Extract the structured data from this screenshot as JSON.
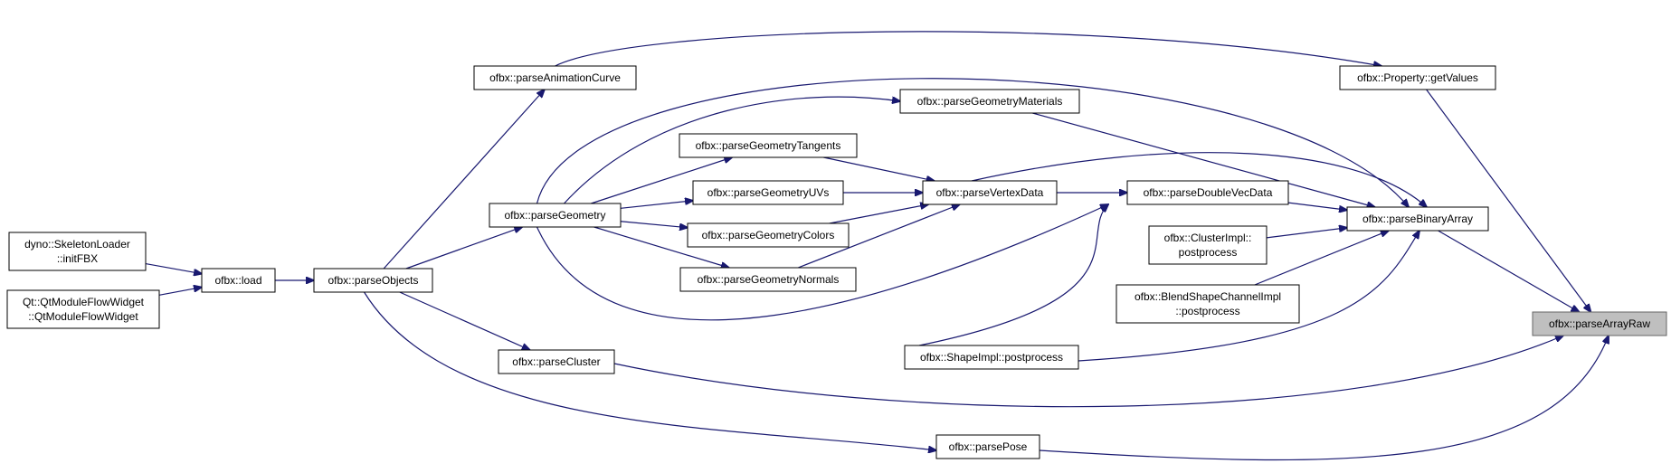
{
  "nodes": {
    "parseArrayRaw": [
      "ofbx::parseArrayRaw"
    ],
    "getValues": [
      "ofbx::Property::getValues"
    ],
    "parseBinaryArray": [
      "ofbx::parseBinaryArray"
    ],
    "parseDoubleVecData": [
      "ofbx::parseDoubleVecData"
    ],
    "clusterPost": [
      "ofbx::ClusterImpl::",
      "postprocess"
    ],
    "blendPost": [
      "ofbx::BlendShapeChannelImpl",
      "::postprocess"
    ],
    "shapePost": [
      "ofbx::ShapeImpl::postprocess"
    ],
    "parseVertexData": [
      "ofbx::parseVertexData"
    ],
    "parseGeometryMaterials": [
      "ofbx::parseGeometryMaterials"
    ],
    "parseGeometryTangents": [
      "ofbx::parseGeometryTangents"
    ],
    "parseGeometryUVs": [
      "ofbx::parseGeometryUVs"
    ],
    "parseGeometryColors": [
      "ofbx::parseGeometryColors"
    ],
    "parseGeometryNormals": [
      "ofbx::parseGeometryNormals"
    ],
    "parseGeometry": [
      "ofbx::parseGeometry"
    ],
    "parseAnimationCurve": [
      "ofbx::parseAnimationCurve"
    ],
    "parseObjects": [
      "ofbx::parseObjects"
    ],
    "load": [
      "ofbx::load"
    ],
    "skeletonLoader": [
      "dyno::SkeletonLoader",
      "::initFBX"
    ],
    "qtModule": [
      "Qt::QtModuleFlowWidget",
      "::QtModuleFlowWidget"
    ],
    "parseCluster": [
      "ofbx::parseCluster"
    ],
    "parsePose": [
      "ofbx::parsePose"
    ]
  },
  "edges": [
    [
      "getValues",
      "parseArrayRaw"
    ],
    [
      "parseBinaryArray",
      "parseArrayRaw"
    ],
    [
      "parseCluster",
      "parseArrayRaw"
    ],
    [
      "parsePose",
      "parseArrayRaw"
    ],
    [
      "parseDoubleVecData",
      "parseBinaryArray"
    ],
    [
      "clusterPost",
      "parseBinaryArray"
    ],
    [
      "blendPost",
      "parseBinaryArray"
    ],
    [
      "shapePost",
      "parseBinaryArray"
    ],
    [
      "parseVertexData",
      "parseBinaryArray"
    ],
    [
      "parseGeometryMaterials",
      "parseBinaryArray"
    ],
    [
      "parseGeometry",
      "parseBinaryArray"
    ],
    [
      "parseAnimationCurve",
      "getValues"
    ],
    [
      "parseVertexData",
      "parseDoubleVecData"
    ],
    [
      "shapePost",
      "parseDoubleVecData"
    ],
    [
      "parseGeometry",
      "parseDoubleVecData"
    ],
    [
      "parseGeometryTangents",
      "parseVertexData"
    ],
    [
      "parseGeometryUVs",
      "parseVertexData"
    ],
    [
      "parseGeometryColors",
      "parseVertexData"
    ],
    [
      "parseGeometryNormals",
      "parseVertexData"
    ],
    [
      "parseGeometry",
      "parseGeometryMaterials"
    ],
    [
      "parseGeometry",
      "parseGeometryTangents"
    ],
    [
      "parseGeometry",
      "parseGeometryUVs"
    ],
    [
      "parseGeometry",
      "parseGeometryColors"
    ],
    [
      "parseGeometry",
      "parseGeometryNormals"
    ],
    [
      "parseObjects",
      "parseGeometry"
    ],
    [
      "parseObjects",
      "parseAnimationCurve"
    ],
    [
      "parseObjects",
      "parseCluster"
    ],
    [
      "parseObjects",
      "parsePose"
    ],
    [
      "load",
      "parseObjects"
    ],
    [
      "skeletonLoader",
      "load"
    ],
    [
      "qtModule",
      "load"
    ]
  ],
  "colors": {
    "edge": "#191970",
    "focus_fill": "#bfbfbf",
    "node_fill": "#ffffff",
    "node_border": "#000000"
  }
}
